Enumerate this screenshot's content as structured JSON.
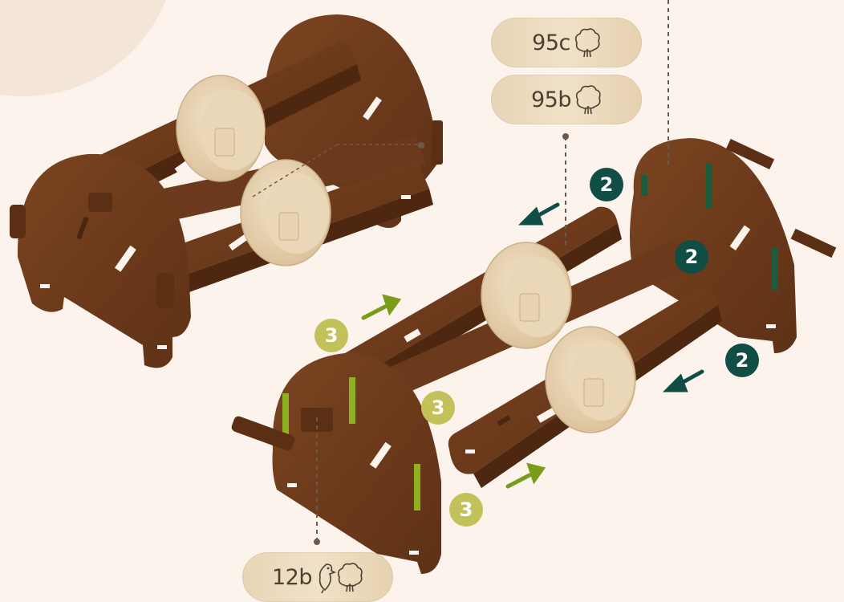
{
  "colors": {
    "background": "#fcf3ec",
    "wood_dark": "#6b3a1c",
    "wood_light": "#ead7b8",
    "step_dark": "#0f4d45",
    "step_light": "#c2c15a",
    "arrow_dark": "#0f4d45",
    "arrow_light": "#7a9c1a",
    "slot_dark": "#1f5a3c",
    "slot_light": "#8fb020"
  },
  "labels": {
    "part_95c": {
      "code": "95c",
      "icons": [
        "tree-icon"
      ]
    },
    "part_95b": {
      "code": "95b",
      "icons": [
        "tree-icon"
      ]
    },
    "part_12b": {
      "code": "12b",
      "icons": [
        "bird-icon",
        "tree-icon"
      ]
    }
  },
  "steps": {
    "step_a": "2",
    "step_b": "2",
    "step_c": "2",
    "step_d": "3",
    "step_e": "3",
    "step_f": "3"
  }
}
